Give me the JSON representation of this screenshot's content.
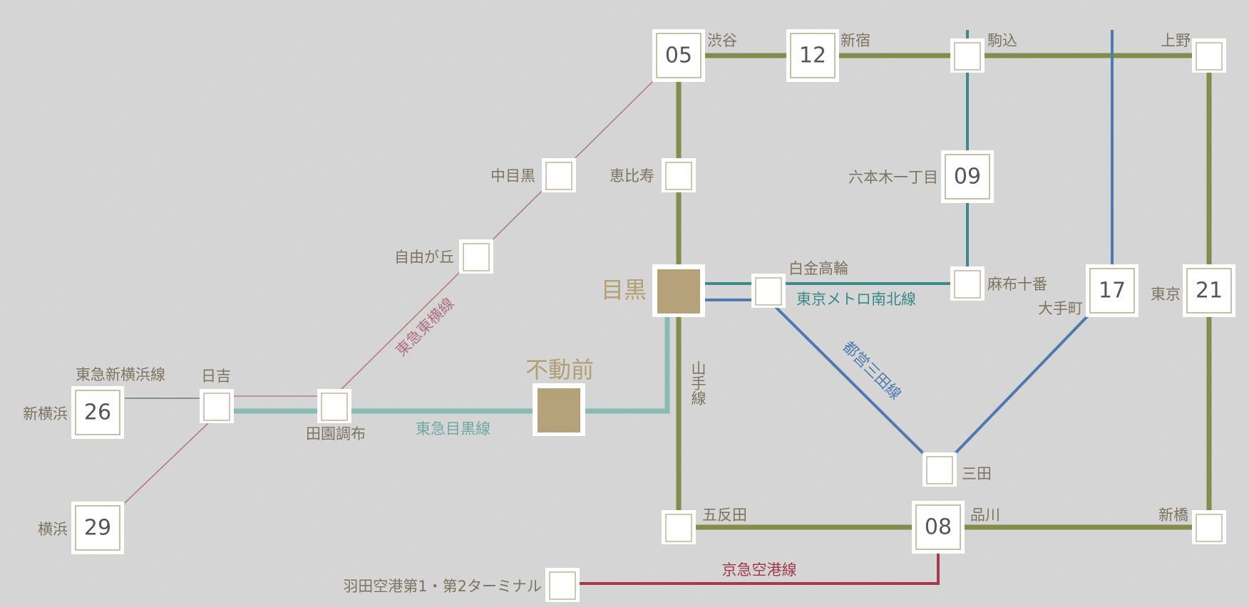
{
  "colors": {
    "background": "#d5d5d5",
    "yamanote": "#838c4c",
    "namboku": "#3a8a8a",
    "mita": "#4d7ab0",
    "toyoko": "#b27c84",
    "meguro_line": "#86bcb2",
    "keikyu": "#a53a4a",
    "shin_yokohama": "#5b6b5d",
    "highlight_station": "#b5a27a"
  },
  "lines": {
    "yamanote": "山手線",
    "namboku": "東京メトロ南北線",
    "mita": "都営三田線",
    "toyoko": "東急東横線",
    "meguro": "東急目黒線",
    "shin_yokohama": "東急新横浜線",
    "keikyu": "京急空港線"
  },
  "stations": {
    "shibuya": {
      "name": "渋谷",
      "num": "05"
    },
    "shinjuku": {
      "name": "新宿",
      "num": "12"
    },
    "komagome": {
      "name": "駒込"
    },
    "ueno": {
      "name": "上野"
    },
    "nakameguro": {
      "name": "中目黒"
    },
    "ebisu": {
      "name": "恵比寿"
    },
    "roppongi": {
      "name": "六本木一丁目",
      "num": "09"
    },
    "jiyugaoka": {
      "name": "自由が丘"
    },
    "meguro": {
      "name": "目黒"
    },
    "shirokane": {
      "name": "白金高輪"
    },
    "azabu": {
      "name": "麻布十番"
    },
    "otemachi": {
      "name": "大手町",
      "num": "17"
    },
    "tokyo": {
      "name": "東京",
      "num": "21"
    },
    "hiyoshi": {
      "name": "日吉"
    },
    "denen": {
      "name": "田園調布"
    },
    "fudomae": {
      "name": "不動前"
    },
    "shinyokohama": {
      "name": "新横浜",
      "num": "26"
    },
    "yokohama": {
      "name": "横浜",
      "num": "29"
    },
    "mita": {
      "name": "三田"
    },
    "gotanda": {
      "name": "五反田"
    },
    "shinagawa": {
      "name": "品川",
      "num": "08"
    },
    "shimbashi": {
      "name": "新橋"
    },
    "haneda": {
      "name": "羽田空港第1・第2ターミナル"
    }
  }
}
